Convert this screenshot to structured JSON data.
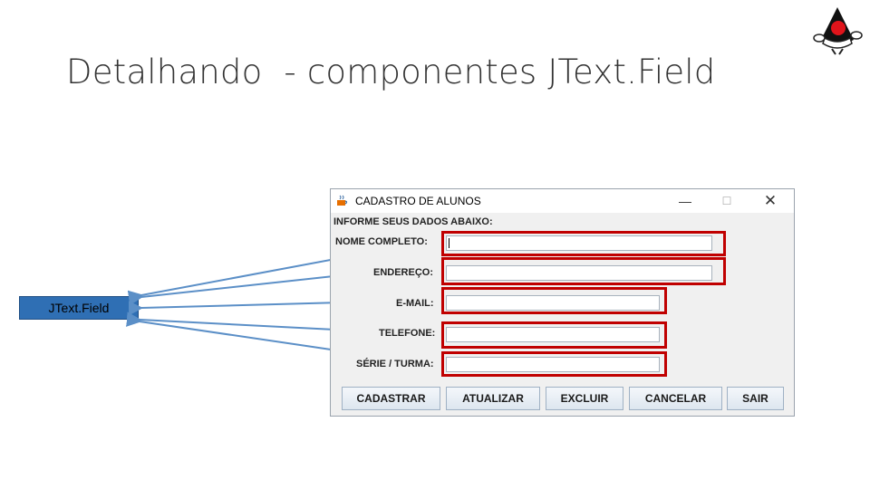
{
  "slide": {
    "title": "Detalhando  - componentes JText.Field",
    "callout_label": "JText.Field"
  },
  "window": {
    "title": "CADASTRO DE ALUNOS",
    "minimize": "—",
    "maximize": "☐",
    "close": "✕"
  },
  "form": {
    "header": "INFORME SEUS DADOS ABAIXO:",
    "fields": [
      {
        "label": "NOME COMPLETO:",
        "value": ""
      },
      {
        "label": "ENDEREÇO:",
        "value": ""
      },
      {
        "label": "E-MAIL:",
        "value": ""
      },
      {
        "label": "TELEFONE:",
        "value": ""
      },
      {
        "label": "SÉRIE / TURMA:",
        "value": ""
      }
    ]
  },
  "buttons": [
    "CADASTRAR",
    "ATUALIZAR",
    "EXCLUIR",
    "CANCELAR",
    "SAIR"
  ],
  "colors": {
    "highlight": "#c00000",
    "callout": "#2f6fb4",
    "arrow": "#5b8fc7"
  },
  "icons": {
    "logo": "duke-java-mascot-icon",
    "app": "java-cup-icon"
  }
}
